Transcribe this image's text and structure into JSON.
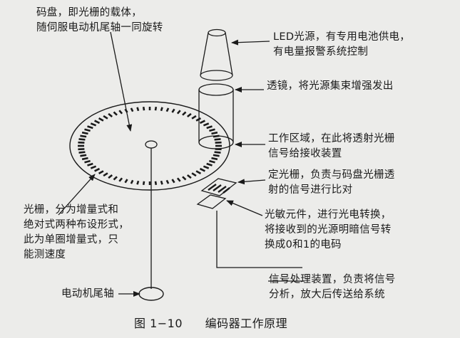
{
  "labels": {
    "code_disk": [
      "码盘，即光栅的载体，",
      "随伺服电动机尾轴一同旋转"
    ],
    "led": [
      "LED光源，有专用电池供电，",
      "有电量报警系统控制"
    ],
    "lens": [
      "透镜，将光源集束增强发出"
    ],
    "work_area": [
      "工作区域，在此将透射光栅",
      "信号给接收装置"
    ],
    "fixed_grating": [
      "定光栅，负责与码盘光栅透",
      "射的信号进行比对"
    ],
    "grating_type": [
      "光栅，分为增量式和",
      "绝对式两种布设形式，",
      "此为单圈增量式，只",
      "能测速度"
    ],
    "photo_element": [
      "光敏元件，进行光电转换，",
      "将接收到的光源明暗信号转",
      "换成0和1的电码"
    ],
    "motor_shaft": [
      "电动机尾轴"
    ],
    "signal_proc": [
      "信号处理装置，负责将信号",
      "分析，放大后传送给系统"
    ]
  },
  "caption": {
    "figure_number": "图 1−10",
    "title": "编码器工作原理"
  },
  "colors": {
    "background": "#ececea",
    "ink": "#1a1a1a"
  }
}
